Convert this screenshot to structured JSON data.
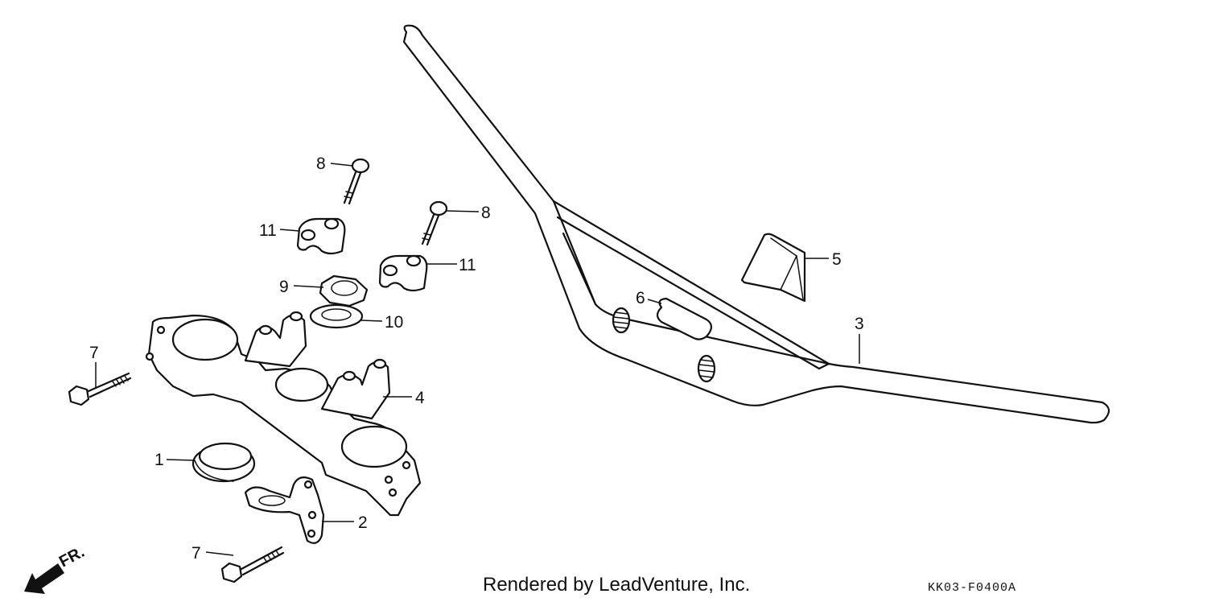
{
  "diagram": {
    "footer_text": "Rendered by LeadVenture, Inc.",
    "diagram_code": "KK03-F0400A",
    "front_indicator": "FR.",
    "callouts": {
      "c1": "1",
      "c2": "2",
      "c3": "3",
      "c4": "4",
      "c5": "5",
      "c6": "6",
      "c7a": "7",
      "c7b": "7",
      "c8a": "8",
      "c8b": "8",
      "c9": "9",
      "c10": "10",
      "c11a": "11",
      "c11b": "11"
    },
    "line_color": "#111111",
    "background_color": "#ffffff"
  }
}
